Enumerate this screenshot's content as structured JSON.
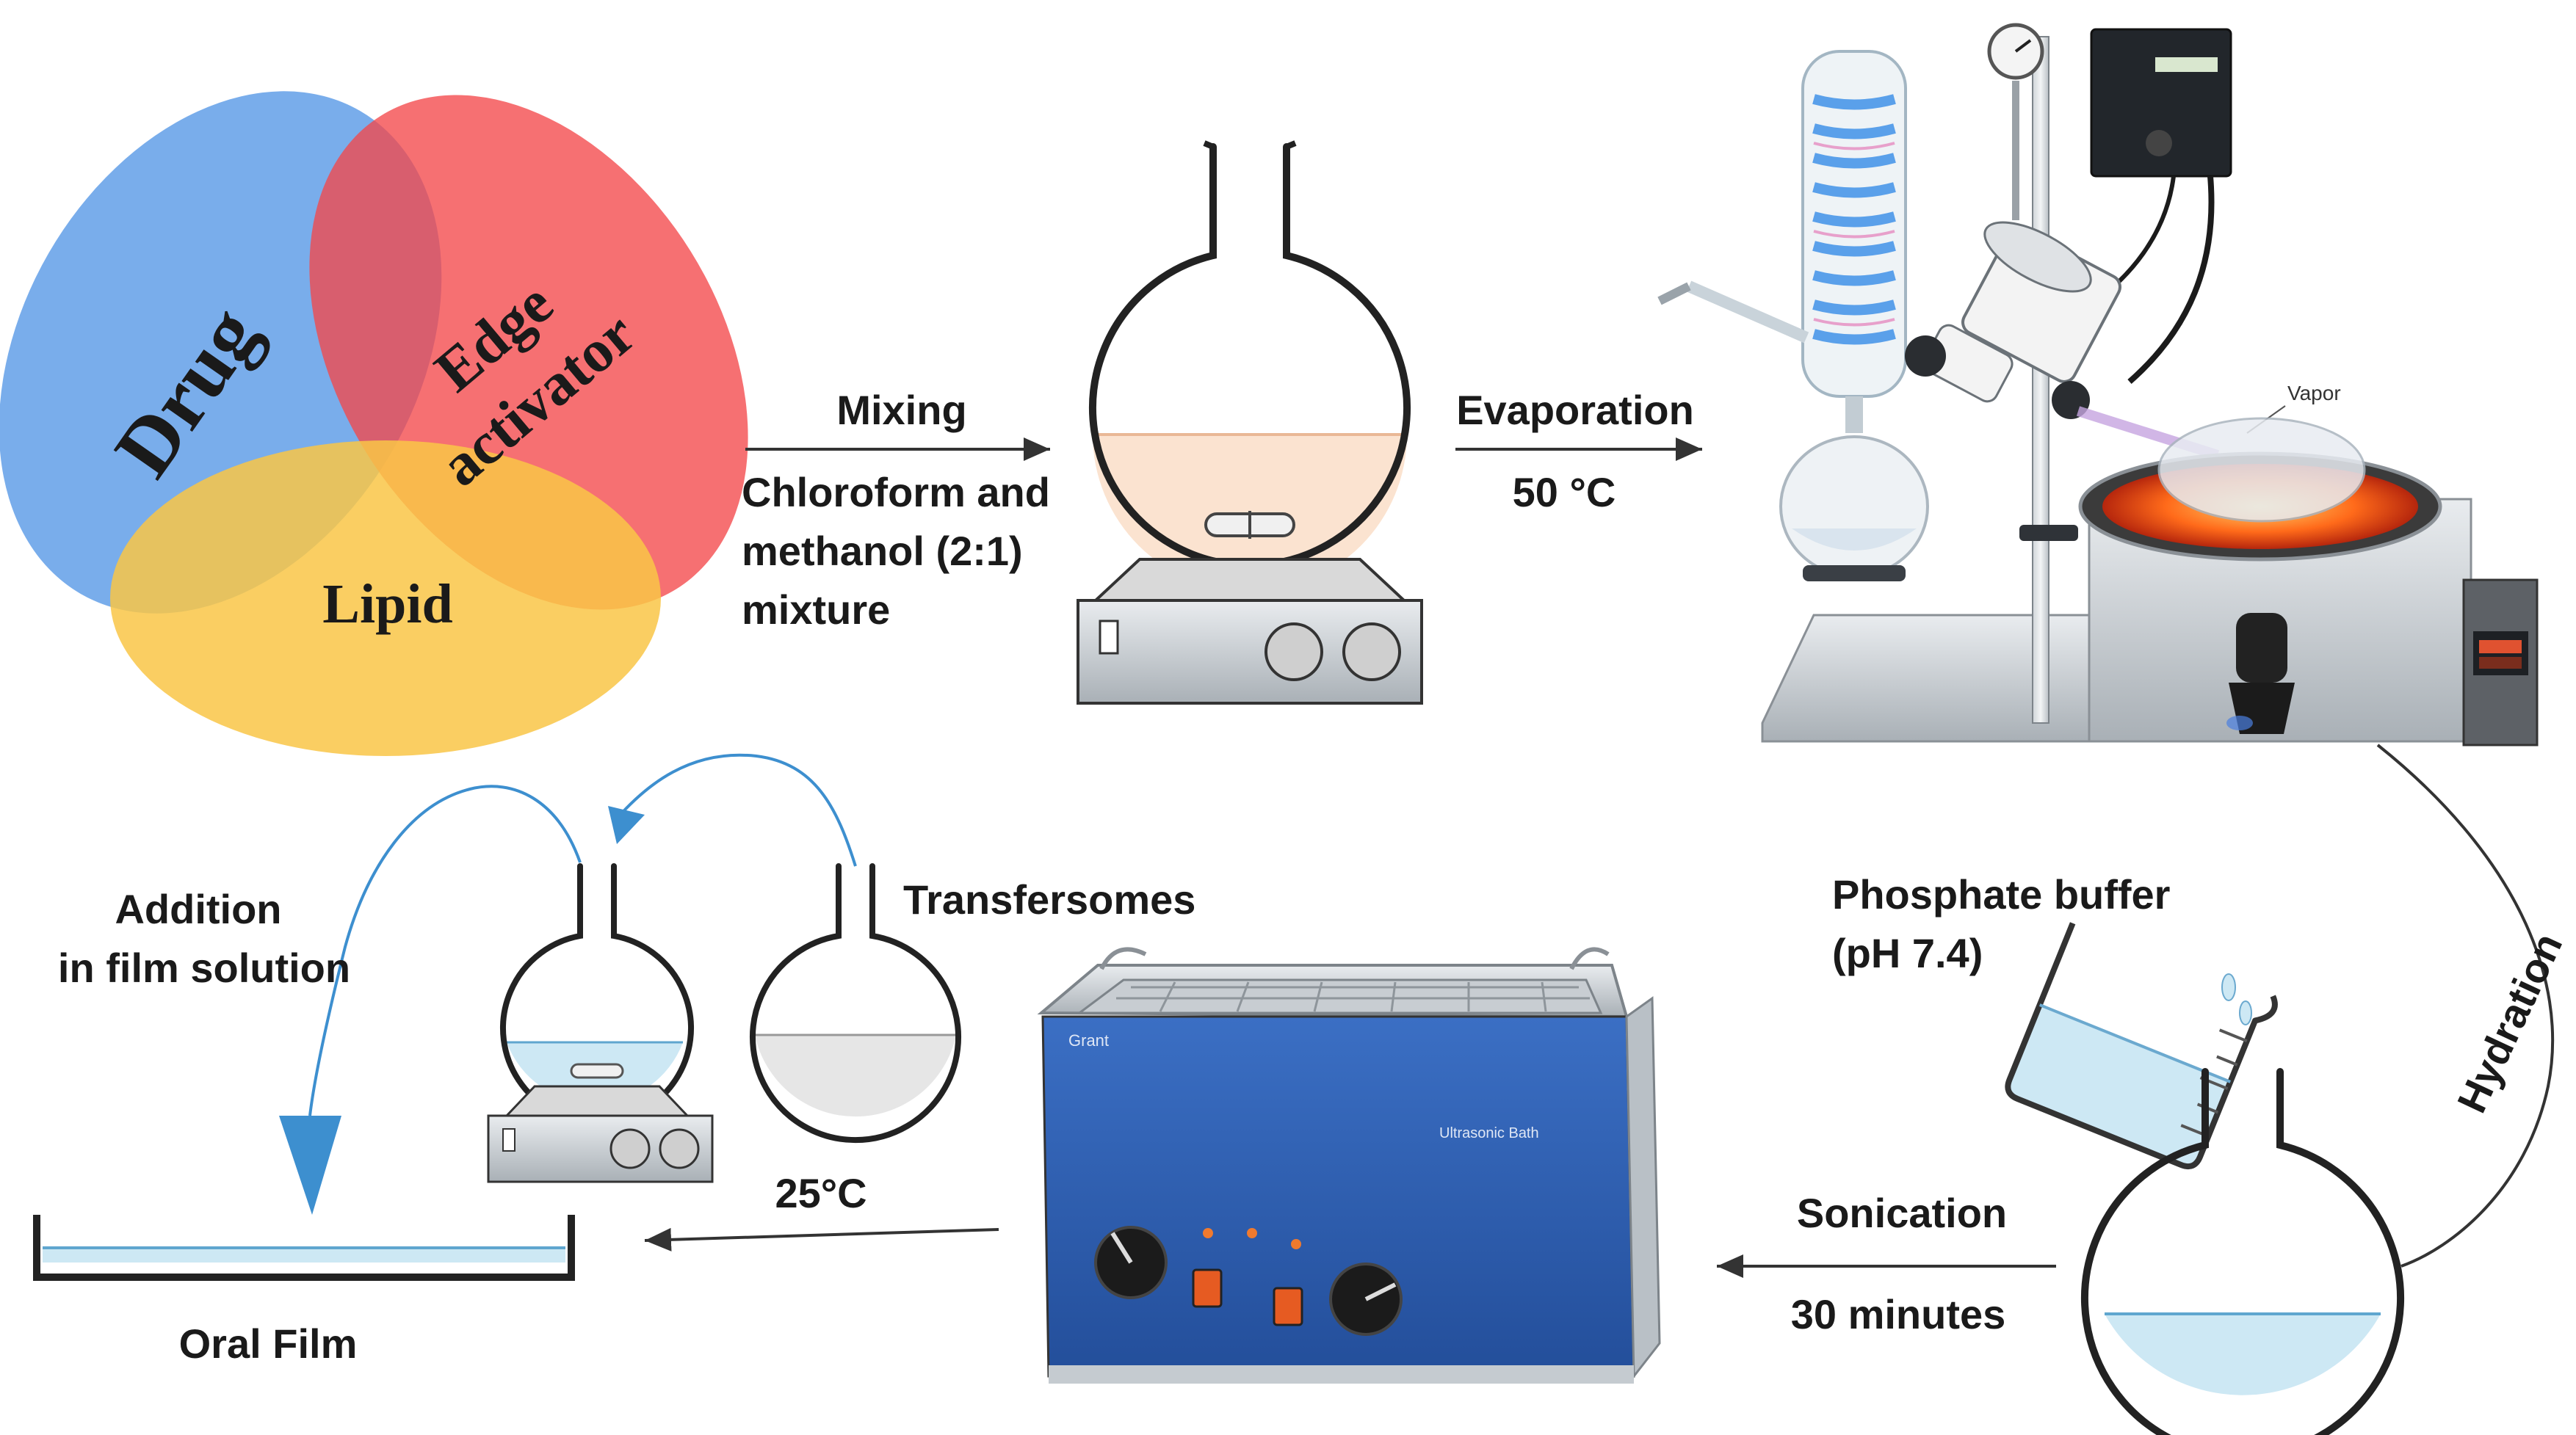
{
  "venn": {
    "drug": "Drug",
    "edge_activator_line1": "Edge",
    "edge_activator_line2": "activator",
    "lipid": "Lipid"
  },
  "steps": {
    "mixing": "Mixing",
    "solvent_line1": "Chloroform and",
    "solvent_line2": "methanol (2:1)",
    "solvent_line3": "mixture",
    "evaporation": "Evaporation",
    "evaporation_temp": "50 °C",
    "hydration": "Hydration",
    "buffer_line1": "Phosphate buffer",
    "buffer_line2": "(pH 7.4)",
    "sonication": "Sonication",
    "sonication_time": "30 minutes",
    "transfersomes": "Transfersomes",
    "room_temp": "25°C",
    "addition_line1": "Addition",
    "addition_line2": "in film solution",
    "oral_film": "Oral Film"
  },
  "equipment": {
    "rotavap_vapor_tag": "Vapor",
    "sonicator_brand": "Grant",
    "sonicator_model": "Ultrasonic Bath"
  },
  "colors": {
    "drug": "#5b9be6",
    "edge_activator": "#f4484a",
    "lipid": "#f9c547",
    "buffer": "#cde8f4",
    "arrow_blue": "#3d8fcf",
    "sonicator_blue": "#2f5fb0"
  }
}
